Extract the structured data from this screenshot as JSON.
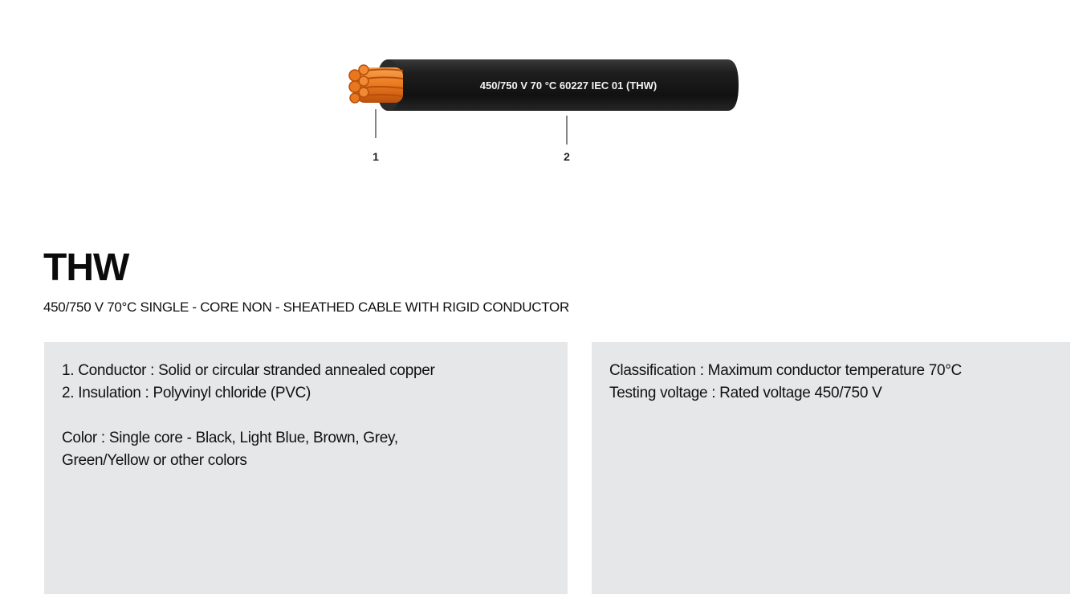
{
  "diagram": {
    "cable_print": "450/750 V 70 °C 60227 IEC 01 (THW)",
    "callouts": [
      "1",
      "2"
    ],
    "colors": {
      "insulation": "#1c1c1c",
      "copper": "#e8781e",
      "copper_dark": "#b94f0c"
    }
  },
  "product": {
    "title": "THW",
    "subtitle": "450/750 V 70°C SINGLE - CORE NON - SHEATHED CABLE WITH RIGID CONDUCTOR"
  },
  "left_panel": {
    "conductor": "1. Conductor  : Solid or circular stranded annealed copper",
    "insulation": "2. Insulation : Polyvinyl chloride (PVC)",
    "color_line1": "Color : Single core - Black, Light Blue, Brown, Grey,",
    "color_line2": "Green/Yellow or other colors"
  },
  "right_panel": {
    "classification": "Classification : Maximum conductor temperature 70°C",
    "testing_voltage": "Testing voltage : Rated voltage 450/750 V"
  },
  "colors": {
    "panel_bg": "#e6e7e9",
    "text": "#111111"
  }
}
